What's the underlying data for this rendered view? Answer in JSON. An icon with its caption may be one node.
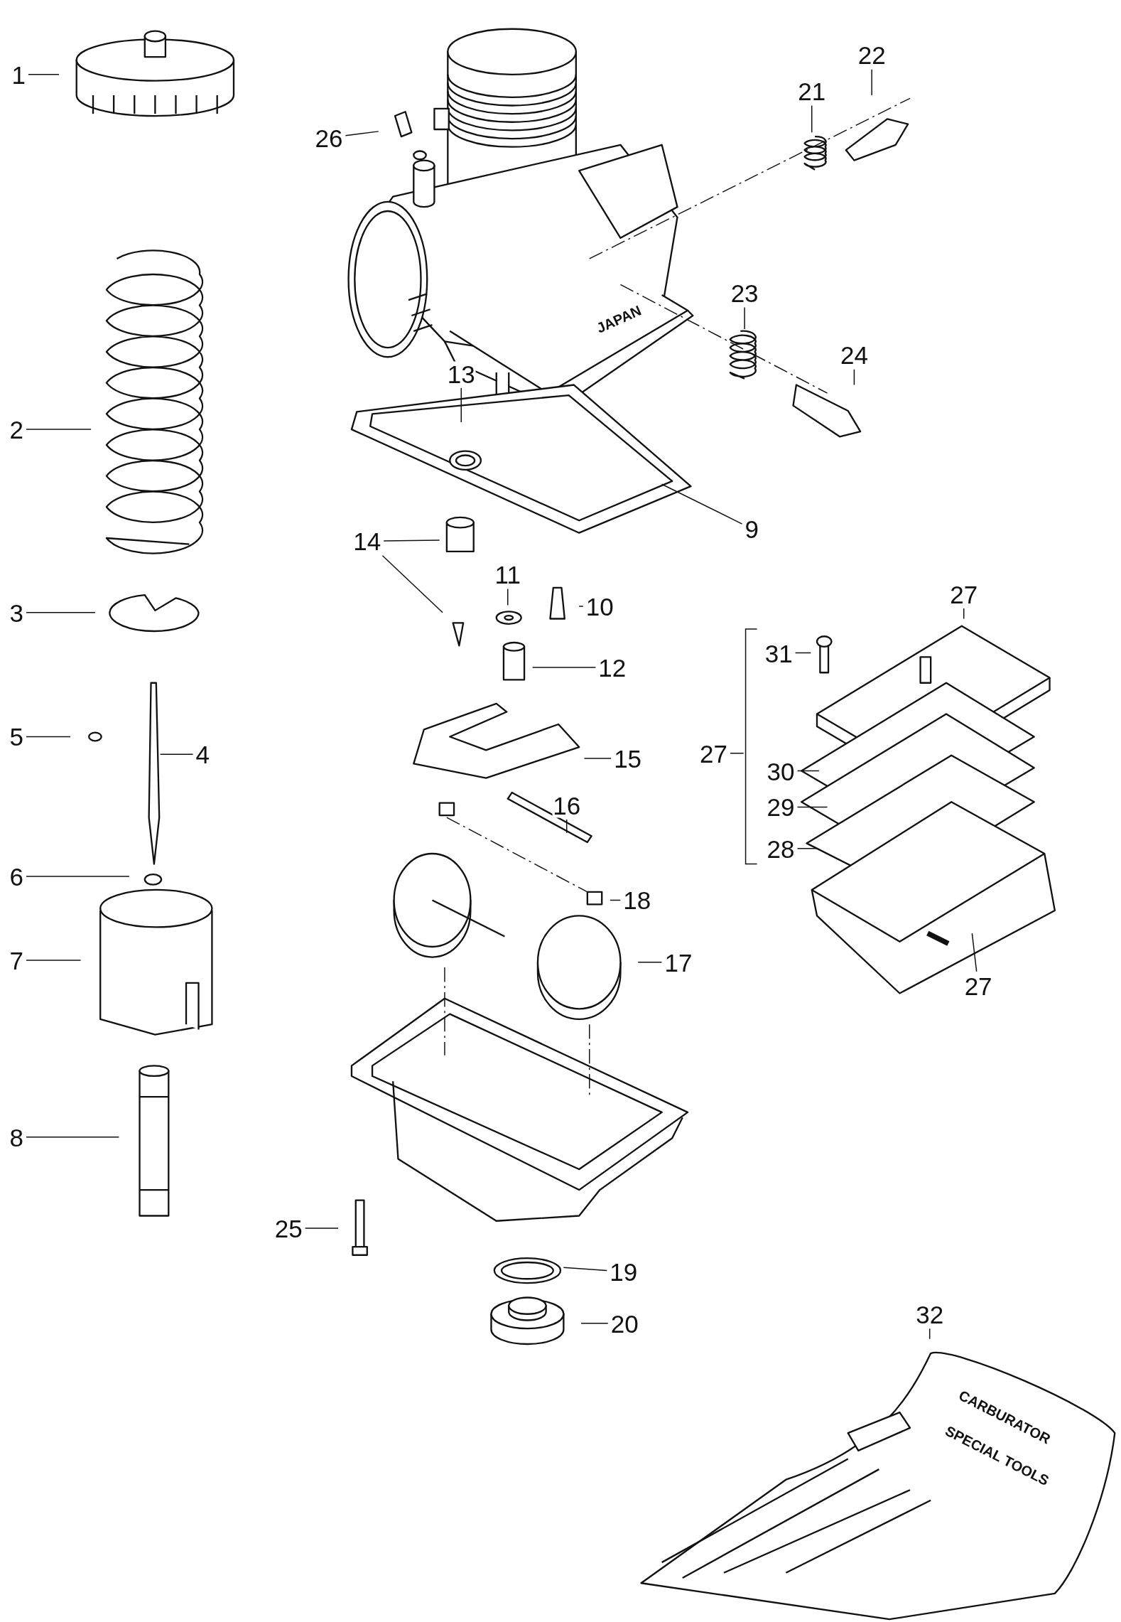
{
  "diagram": {
    "nodes": [
      {
        "text": [
          "1"
        ]
      },
      {
        "text": [
          "26"
        ]
      },
      {
        "text": [
          "22"
        ]
      },
      {
        "text": [
          "21"
        ]
      },
      {
        "text": [
          "23"
        ]
      },
      {
        "text": [
          "24"
        ]
      },
      {
        "text": [
          "13"
        ]
      },
      {
        "text": [
          "2"
        ]
      },
      {
        "text": [
          "9"
        ]
      },
      {
        "text": [
          "14"
        ]
      },
      {
        "text": [
          "11"
        ]
      },
      {
        "text": [
          "10"
        ]
      },
      {
        "text": [
          "27"
        ]
      },
      {
        "text": [
          "3"
        ]
      },
      {
        "text": [
          "31"
        ]
      },
      {
        "text": [
          "12"
        ]
      },
      {
        "text": [
          "5"
        ]
      },
      {
        "text": [
          "4"
        ]
      },
      {
        "text": [
          "27"
        ]
      },
      {
        "text": [
          "15"
        ]
      },
      {
        "text": [
          "30"
        ]
      },
      {
        "text": [
          "29"
        ]
      },
      {
        "text": [
          "16"
        ]
      },
      {
        "text": [
          "28"
        ]
      },
      {
        "text": [
          "6"
        ]
      },
      {
        "text": [
          "18"
        ]
      },
      {
        "text": [
          "7"
        ]
      },
      {
        "text": [
          "17"
        ]
      },
      {
        "text": [
          "27"
        ]
      },
      {
        "text": [
          "8"
        ]
      },
      {
        "text": [
          "25"
        ]
      },
      {
        "text": [
          "19"
        ]
      },
      {
        "text": [
          "20"
        ]
      },
      {
        "text": [
          "32"
        ]
      }
    ],
    "edges": [
      {
        "from": 0,
        "to": null,
        "arrow": "none"
      },
      {
        "from": 1,
        "to": null,
        "arrow": "none"
      },
      {
        "from": 2,
        "to": null,
        "arrow": "none"
      },
      {
        "from": 3,
        "to": null,
        "arrow": "none"
      },
      {
        "from": 4,
        "to": null,
        "arrow": "none"
      },
      {
        "from": 5,
        "to": null,
        "arrow": "none"
      },
      {
        "from": 6,
        "to": null,
        "arrow": "none"
      },
      {
        "from": 7,
        "to": null,
        "arrow": "none"
      },
      {
        "from": 8,
        "to": null,
        "arrow": "none"
      },
      {
        "from": 9,
        "to": null,
        "arrow": "none"
      },
      {
        "from": 9,
        "to": null,
        "arrow": "none"
      },
      {
        "from": 10,
        "to": null,
        "arrow": "none"
      },
      {
        "from": 11,
        "to": null,
        "arrow": "none"
      },
      {
        "from": 12,
        "to": null,
        "arrow": "none"
      },
      {
        "from": 13,
        "to": null,
        "arrow": "none"
      },
      {
        "from": 14,
        "to": null,
        "arrow": "none"
      },
      {
        "from": 15,
        "to": null,
        "arrow": "none"
      },
      {
        "from": 16,
        "to": null,
        "arrow": "none"
      },
      {
        "from": 17,
        "to": null,
        "arrow": "none"
      },
      {
        "from": 18,
        "to": null,
        "arrow": "none"
      },
      {
        "from": 19,
        "to": null,
        "arrow": "none"
      },
      {
        "from": 20,
        "to": null,
        "arrow": "none"
      },
      {
        "from": 21,
        "to": null,
        "arrow": "none"
      },
      {
        "from": 22,
        "to": null,
        "arrow": "none"
      },
      {
        "from": 23,
        "to": null,
        "arrow": "none"
      },
      {
        "from": 24,
        "to": null,
        "arrow": "none"
      },
      {
        "from": 25,
        "to": null,
        "arrow": "none"
      },
      {
        "from": 26,
        "to": null,
        "arrow": "none"
      },
      {
        "from": 27,
        "to": null,
        "arrow": "none"
      },
      {
        "from": 28,
        "to": null,
        "arrow": "none"
      },
      {
        "from": 29,
        "to": null,
        "arrow": "none"
      },
      {
        "from": 30,
        "to": null,
        "arrow": "none"
      },
      {
        "from": 31,
        "to": null,
        "arrow": "none"
      },
      {
        "from": 32,
        "to": null,
        "arrow": "none"
      },
      {
        "from": 33,
        "to": null,
        "arrow": "none"
      }
    ],
    "labels": [
      "JAPAN",
      "CARBURATOR",
      "SPECIAL TOOLS"
    ]
  }
}
